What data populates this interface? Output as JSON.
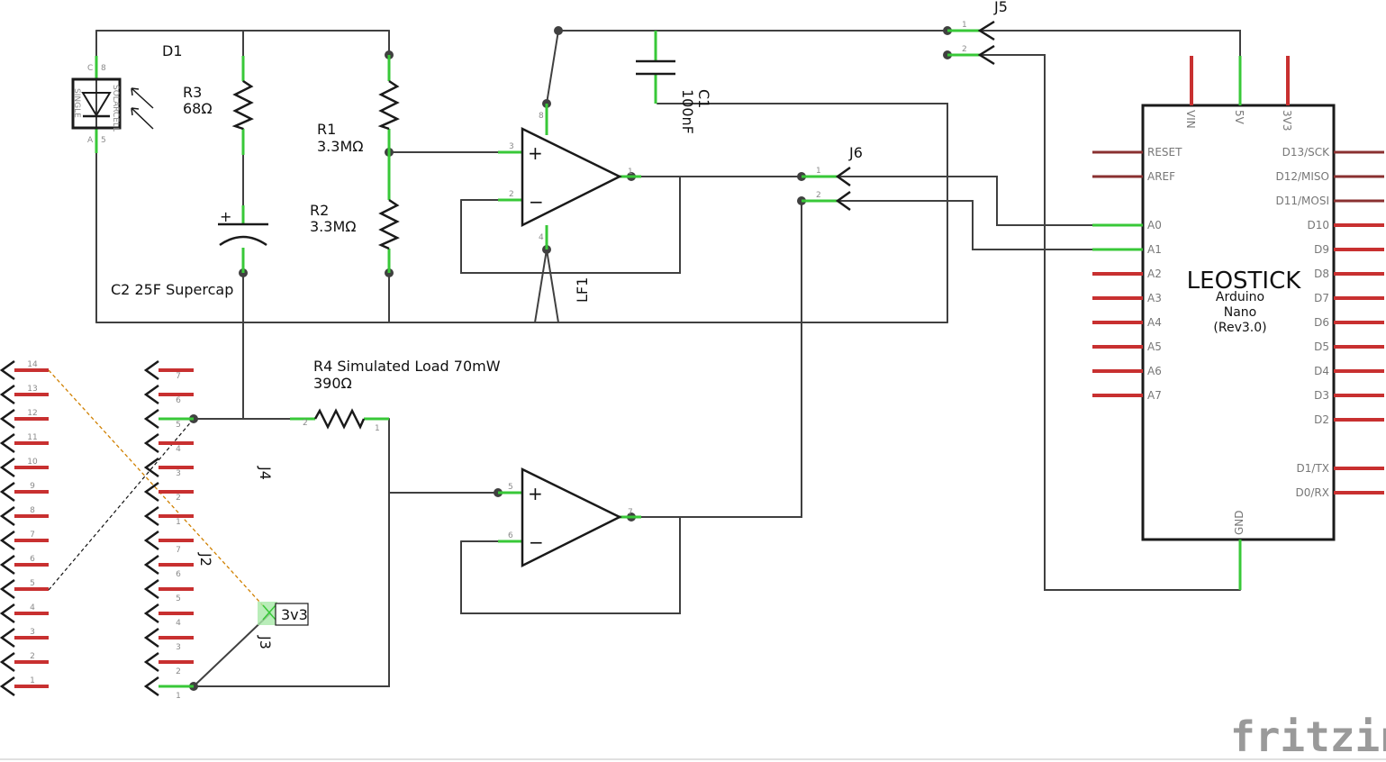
{
  "diagram": {
    "d1": {
      "ref": "D1",
      "body_top": "SOLARCELL",
      "body_bottom": "SINGLE",
      "pins": [
        "C",
        "8",
        "A",
        "5"
      ]
    },
    "r3": {
      "ref": "R3",
      "value": "68Ω"
    },
    "r1": {
      "ref": "R1",
      "value": "3.3MΩ"
    },
    "r2": {
      "ref": "R2",
      "value": "3.3MΩ"
    },
    "c2": {
      "ref_value": "C2 25F Supercap",
      "plus": "+"
    },
    "c1": {
      "ref": "C1",
      "value": "100nF"
    },
    "lf1": {
      "ref": "LF1",
      "pins": [
        "3",
        "2",
        "8",
        "4",
        "1",
        "5",
        "6",
        "7"
      ]
    },
    "r4": {
      "ref_value": "R4 Simulated Load 70mW",
      "value": "390Ω",
      "pins": [
        "2",
        "1"
      ]
    },
    "j5": {
      "ref": "J5",
      "pins": [
        "1",
        "2"
      ]
    },
    "j6": {
      "ref": "J6",
      "pins": [
        "1",
        "2"
      ]
    },
    "j4": {
      "ref": "J4",
      "pins": [
        "7",
        "6",
        "5",
        "4",
        "3",
        "2",
        "1"
      ]
    },
    "j2": {
      "ref": "J2",
      "pins": [
        "14",
        "13",
        "12",
        "11",
        "10",
        "9",
        "8",
        "7",
        "6",
        "5",
        "4",
        "3",
        "2",
        "1"
      ]
    },
    "j3": {
      "ref": "J3",
      "pins": [
        "7",
        "6",
        "5",
        "4",
        "3",
        "2",
        "1"
      ]
    },
    "net_label": "3v3",
    "mcu": {
      "title": "LEOSTICK",
      "subtitle_1": "Arduino",
      "subtitle_2": "Nano",
      "subtitle_3": "(Rev3.0)",
      "top_pins": [
        "VIN",
        "5V",
        "3V3"
      ],
      "left_pins": [
        "RESET",
        "AREF",
        "A0",
        "A1",
        "A2",
        "A3",
        "A4",
        "A5",
        "A6",
        "A7"
      ],
      "right_pins": [
        "D13/SCK",
        "D12/MISO",
        "D11/MOSI",
        "D10",
        "D9",
        "D8",
        "D7",
        "D6",
        "D5",
        "D4",
        "D3",
        "D2",
        "D1/TX",
        "D0/RX"
      ],
      "bottom_pin": "GND"
    }
  },
  "branding": {
    "logo": "fritzing"
  },
  "colors": {
    "wire": "#404040",
    "pin_connected": "#38c838",
    "pin_unconnected": "#c83030",
    "ratsnest": "#d08000"
  }
}
